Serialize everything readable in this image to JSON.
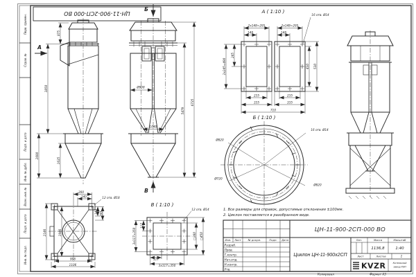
{
  "colors": {
    "line": "#2b2b2b",
    "paper": "#ffffff"
  },
  "frame": {
    "stamp": "ЦН-11-900-2СП-000 ВО",
    "strip": [
      "Перв. примен.",
      "Справ. №",
      "Подп. и дата",
      "Инв. № дубл.",
      "Взам. инв. №",
      "Подп. и дата",
      "Инв. № подл."
    ],
    "copied": "Копировал",
    "format": "Формат А3"
  },
  "notes": {
    "line1": "1. Все размеры для справок, допустимые отклонения ±100мм.",
    "line2": "2. Циклон поставляется в разобранном виде."
  },
  "views": {
    "side": {
      "arrow": "А",
      "d875": "875",
      "d3850": "3850",
      "d2690": "2690",
      "d1635": "1635"
    },
    "front": {
      "arrow_top": "Б",
      "arrow_bottom": "В",
      "d908": "Ø908",
      "d1040": "1040",
      "d5479": "5479",
      "d6735": "6735"
    },
    "detailA": {
      "title": "А ( 1:10 )",
      "p295a": "2х148=295",
      "p148a": "148",
      "p295b": "2х148=295",
      "p148b": "148",
      "holes": "16 отв. Ø14",
      "p490": "2х245=490",
      "p245": "245",
      "p430": "430",
      "p530": "530",
      "p235a": "235",
      "p335a": "335",
      "p235b": "235",
      "p335b": "335",
      "p710": "710"
    },
    "detailB": {
      "title": "Б ( 1:10 )",
      "d820a": "Ø820",
      "holes": "16 отв. Ø14",
      "d720": "Ø720",
      "d820b": "Ø820"
    },
    "detailV": {
      "title": "В ( 1:10 )",
      "holes": "12 отв. Ø14",
      "p117a": "117",
      "p350a": "3х117=350",
      "p117b": "117",
      "p350b": "3х117=350",
      "s380": "□380",
      "s450": "□450"
    },
    "frameview": {
      "d200": "200",
      "d140a": "140",
      "holes": "12 отв. Ø18",
      "d140b": "140",
      "d200b": "200",
      "d2146": "2146",
      "d1946": "1946",
      "d906": "906",
      "d1106": "1106"
    }
  },
  "titleblock": {
    "doc_number": "ЦН-11-900-2СП-000 ВО",
    "title": "Циклон ЦН-11-900х2СП",
    "lit_label": "Лит.",
    "mass_label": "Масса",
    "scale_label": "Масштаб",
    "mass": "1136,8",
    "scale": "1:40",
    "sheet_label": "Лист",
    "sheets_label": "Листов",
    "sheets_value": "1",
    "col_izm": "Изм.",
    "col_list": "Лист",
    "col_doc": "№ докум.",
    "col_podp": "Подп.",
    "col_data": "Дата",
    "rows": [
      "Разраб.",
      "Пров.",
      "Т.контр.",
      "Нач.отд.",
      "Н.контр.",
      "Утв."
    ],
    "logo": "KVZR",
    "company1": "Котельный",
    "company2": "завод РЭП"
  }
}
